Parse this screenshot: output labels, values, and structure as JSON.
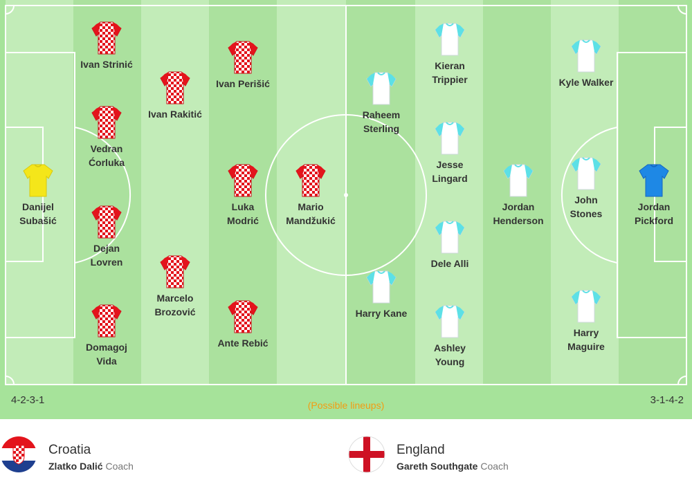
{
  "colors": {
    "croatia_kit": "#e3141c",
    "croatia_gk_kit": "#f4e61a",
    "england_kit": "#ffffff",
    "england_trim": "#5de0e6",
    "england_gk_kit": "#1e88e5",
    "lineup_note": "#f39c12"
  },
  "home": {
    "formation": "4-2-3-1",
    "players": [
      {
        "name": "Danijel\nSubašić",
        "kit": "gk"
      },
      {
        "name": "Ivan Strinić",
        "kit": "outfield"
      },
      {
        "name": "Vedran\nĆorluka",
        "kit": "outfield"
      },
      {
        "name": "Dejan\nLovren",
        "kit": "outfield"
      },
      {
        "name": "Domagoj\nVida",
        "kit": "outfield"
      },
      {
        "name": "Ivan Rakitić",
        "kit": "outfield"
      },
      {
        "name": "Marcelo\nBrozović",
        "kit": "outfield"
      },
      {
        "name": "Ivan Perišić",
        "kit": "outfield"
      },
      {
        "name": "Luka\nModrić",
        "kit": "outfield"
      },
      {
        "name": "Ante Rebić",
        "kit": "outfield"
      },
      {
        "name": "Mario\nMandžukić",
        "kit": "outfield"
      }
    ]
  },
  "away": {
    "formation": "3-1-4-2",
    "players": [
      {
        "name": "Raheem\nSterling",
        "kit": "outfield"
      },
      {
        "name": "Harry Kane",
        "kit": "outfield"
      },
      {
        "name": "Kieran\nTrippier",
        "kit": "outfield"
      },
      {
        "name": "Jesse\nLingard",
        "kit": "outfield"
      },
      {
        "name": "Dele Alli",
        "kit": "outfield"
      },
      {
        "name": "Ashley\nYoung",
        "kit": "outfield"
      },
      {
        "name": "Jordan\nHenderson",
        "kit": "outfield"
      },
      {
        "name": "Kyle Walker",
        "kit": "outfield"
      },
      {
        "name": "John\nStones",
        "kit": "outfield"
      },
      {
        "name": "Harry\nMaguire",
        "kit": "outfield"
      },
      {
        "name": "Jordan\nPickford",
        "kit": "gk"
      }
    ]
  },
  "lineup_note": "(Possible lineups)",
  "footer": {
    "home": {
      "team": "Croatia",
      "coach": "Zlatko Dalić",
      "role": "Coach",
      "flag": "croatia-flag-icon"
    },
    "away": {
      "team": "England",
      "coach": "Gareth Southgate",
      "role": "Coach",
      "flag": "england-flag-icon"
    }
  }
}
